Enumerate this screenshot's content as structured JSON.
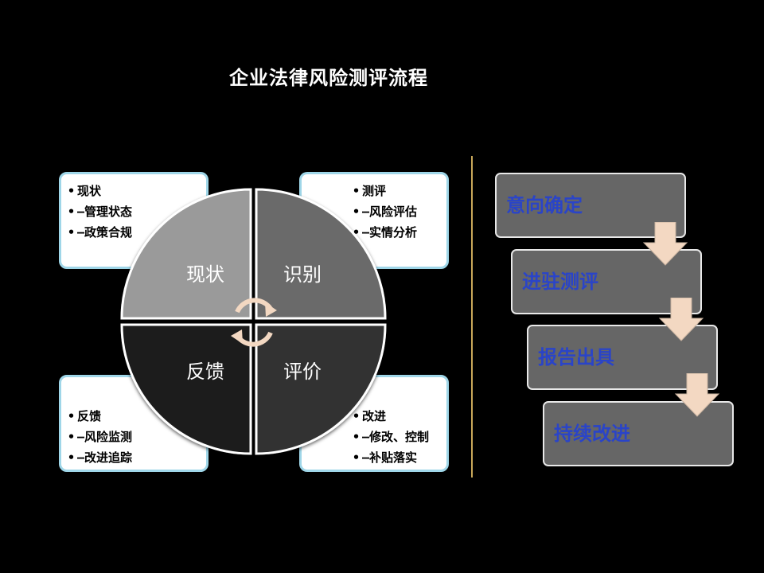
{
  "title": "企业法律风险测评流程",
  "cycle": {
    "quadrants": [
      {
        "label": "现状",
        "color": "#9a9a9a"
      },
      {
        "label": "识别",
        "color": "#6a6a6a"
      },
      {
        "label": "反馈",
        "color": "#1e1e1e"
      },
      {
        "label": "评价",
        "color": "#303030"
      }
    ],
    "notes": {
      "top_left": [
        "现状",
        "—管理状态",
        "—政策合规"
      ],
      "top_right": [
        "测评",
        "—风险评估",
        "—实情分析"
      ],
      "bottom_left": [
        "反馈",
        "—风险监测",
        "—改进追踪"
      ],
      "bottom_right": [
        "改进",
        "—修改、控制",
        "—补贴落实"
      ]
    }
  },
  "process": {
    "steps": [
      "意向确定",
      "进驻测评",
      "报告出具",
      "持续改进"
    ],
    "text_color": "#2a44c8",
    "box_color": "#666666",
    "arrow_color": "#f3d8c2"
  }
}
